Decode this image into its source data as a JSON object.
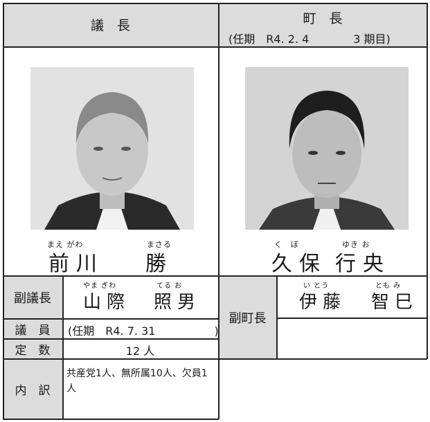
{
  "header": {
    "chair_title": "議　長",
    "mayor_title": "町　長",
    "mayor_term": "(任期　R4. 2. 4　　　　3 期目)"
  },
  "chair": {
    "photo": "portrait-photo",
    "ruby_family": "まえ がわ",
    "ruby_given": "まさる",
    "name_family": "前川",
    "name_given": "勝"
  },
  "mayor": {
    "photo": "portrait-photo",
    "ruby_family": "く　ぼ",
    "ruby_given": "ゆき お",
    "name_family": "久保",
    "name_given": "行央"
  },
  "vice_chair": {
    "label": "副議長",
    "ruby_family": "やま ぎわ",
    "ruby_given": "てる お",
    "name_family": "山際",
    "name_given": "照男"
  },
  "deputy_mayor": {
    "label": "副町長",
    "ruby_family": "い とう",
    "ruby_given": "とも み",
    "name_family": "伊藤",
    "name_given": "智巳"
  },
  "members": {
    "label": "議　員",
    "term": "(任期　R4. 7. 31　　　　　 )"
  },
  "quota": {
    "label": "定　数",
    "value": "12 人"
  },
  "breakdown": {
    "label": "内　訳",
    "text": "共産党1人、無所属10人、欠員1人"
  }
}
